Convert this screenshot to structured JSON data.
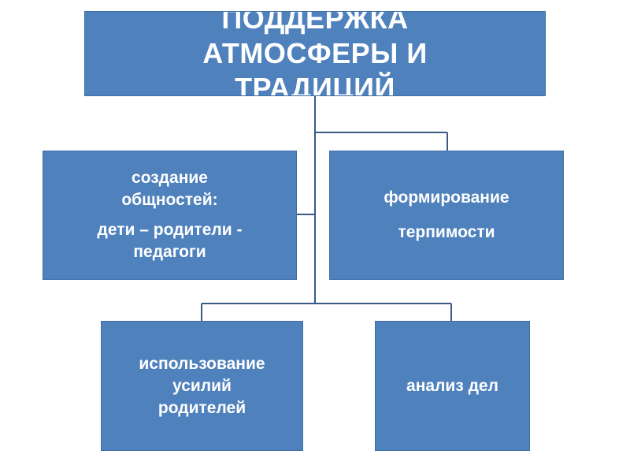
{
  "diagram": {
    "root": {
      "lines": [
        "ПОДДЕРЖКА",
        "АТМОСФЕРЫ  И",
        "ТРАДИЦИЙ"
      ]
    },
    "children": [
      {
        "lines": [
          "создание",
          "общностей:"
        ],
        "sub": [
          "дети – родители -",
          "педагоги"
        ]
      },
      {
        "lines": [
          "формирование"
        ],
        "sub": [
          "терпимости"
        ]
      },
      {
        "lines": [
          "использование",
          "усилий",
          "родителей"
        ]
      },
      {
        "lines": [
          "анализ дел"
        ]
      }
    ],
    "colors": {
      "box_fill": "#4f81bd",
      "box_border": "#3f6fa8",
      "connector": "#3a5a86",
      "text": "#ffffff"
    }
  }
}
